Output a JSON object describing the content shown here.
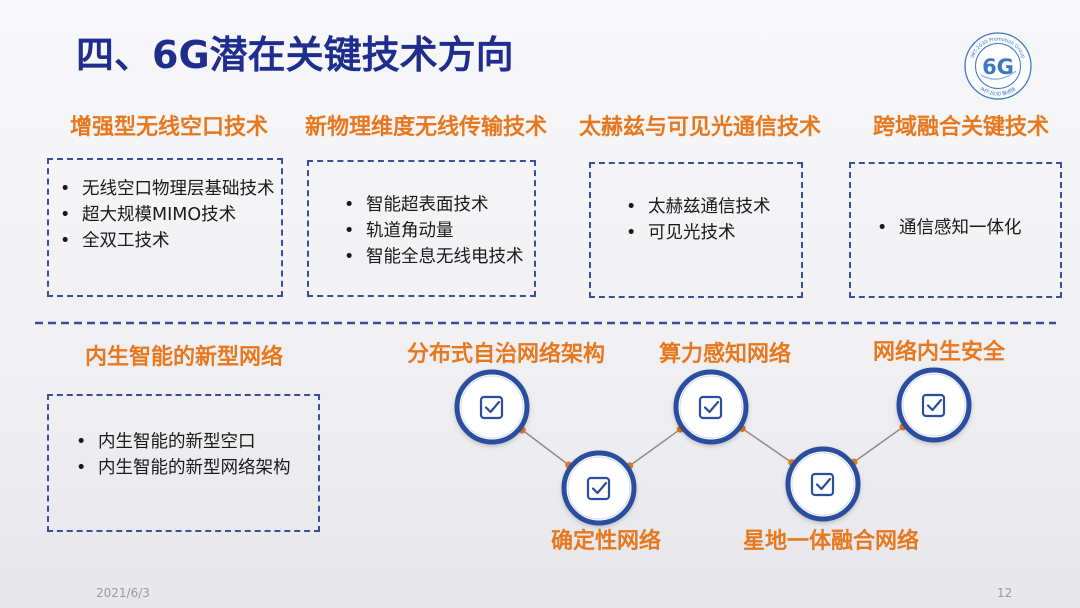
{
  "title": "四、6G潜在关键技术方向",
  "logo": {
    "center": "6G",
    "ring_top": "IMT-2030 Promotion Group",
    "ring_bottom": "IMT-2030 推进组"
  },
  "sections": [
    {
      "heading": "增强型无线空口技术",
      "items": [
        "无线空口物理层基础技术",
        "超大规模MIMO技术",
        "全双工技术"
      ]
    },
    {
      "heading": "新物理维度无线传输技术",
      "items": [
        "智能超表面技术",
        "轨道角动量",
        "智能全息无线电技术"
      ]
    },
    {
      "heading": "太赫兹与可见光通信技术",
      "items": [
        "太赫兹通信技术",
        "可见光技术"
      ]
    },
    {
      "heading": "跨域融合关键技术",
      "items": [
        "通信感知一体化"
      ]
    }
  ],
  "network": {
    "heading": "内生智能的新型网络",
    "items": [
      "内生智能的新型空口",
      "内生智能的新型网络架构"
    ]
  },
  "network_nodes": [
    {
      "label": "分布式自治网络架构",
      "icon": "checkbox-icon"
    },
    {
      "label": "确定性网络",
      "icon": "checkbox-icon"
    },
    {
      "label": "算力感知网络",
      "icon": "checkbox-icon"
    },
    {
      "label": "星地一体融合网络",
      "icon": "checkbox-icon"
    },
    {
      "label": "网络内生安全",
      "icon": "checkbox-icon"
    }
  ],
  "footer": {
    "date": "2021/6/3",
    "page": "12"
  },
  "colors": {
    "title": "#1f2e8e",
    "heading": "#e8781e",
    "box_border": "#3a4f9a",
    "node_ring": "#2c4d9e",
    "connector": "#8c8c8c",
    "connector_dot": "#e8781e",
    "logo": "#3f77c2",
    "footer": "#9a9a9a"
  }
}
